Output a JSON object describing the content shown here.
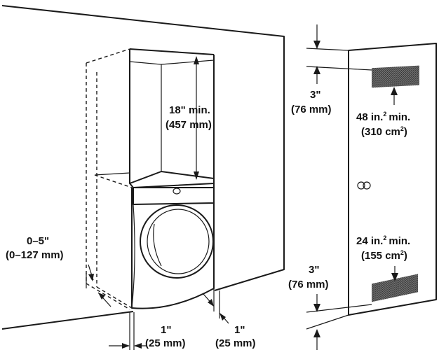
{
  "labels": {
    "top_clearance": "18\" min.",
    "top_clearance_mm": "(457 mm)",
    "back_clearance": "0–5\"",
    "back_clearance_mm": "(0–127 mm)",
    "side_left": "1\"",
    "side_left_mm": "(25 mm)",
    "side_right": "1\"",
    "side_right_mm": "(25 mm)",
    "door_top_gap": "3\"",
    "door_top_gap_mm": "(76 mm)",
    "door_bottom_gap": "3\"",
    "door_bottom_gap_mm": "(76 mm)",
    "top_vent_area": "48 in.",
    "top_vent_unit": "min.",
    "top_vent_area_metric": "(310 cm",
    "bottom_vent_area": "24 in.",
    "bottom_vent_unit": "min.",
    "bottom_vent_area_metric": "(155 cm",
    "superscript_2": "2",
    "close_paren": ")"
  },
  "colors": {
    "line": "#1a1a1a",
    "vent_fill": "#555555",
    "background": "#ffffff"
  }
}
